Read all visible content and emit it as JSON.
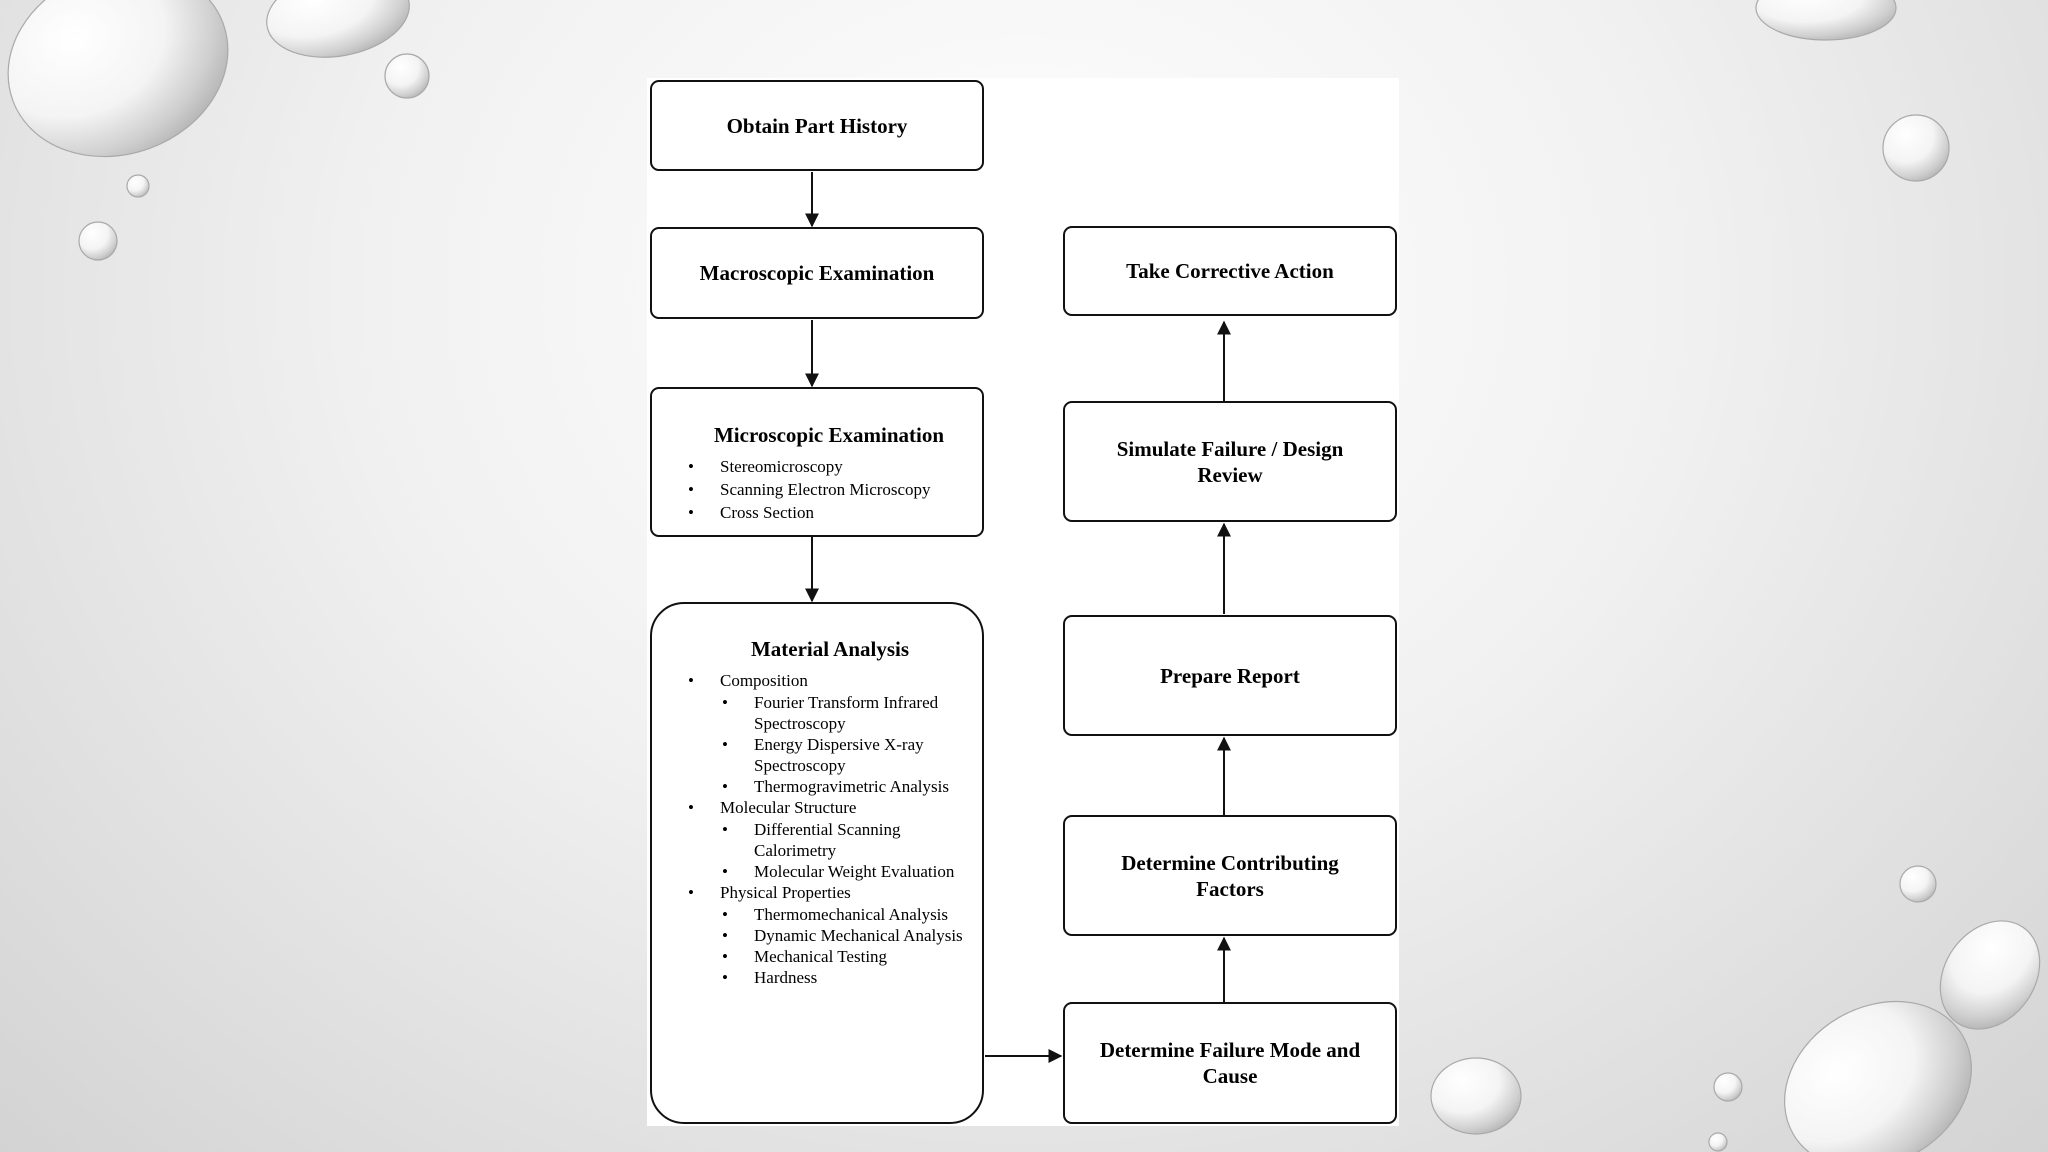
{
  "diagram": {
    "steps": {
      "obtain": "Obtain Part History",
      "macro": "Macroscopic Examination",
      "micro": "Microscopic Examination",
      "material": "Material Analysis",
      "failure_mode": "Determine Failure Mode and Cause",
      "contributing": "Determine Contributing Factors",
      "report": "Prepare Report",
      "simulate": "Simulate Failure / Design Review",
      "corrective": "Take Corrective Action"
    },
    "micro_items": [
      "Stereomicroscopy",
      "Scanning Electron Microscopy",
      "Cross Section"
    ],
    "material_groups": [
      {
        "label": "Composition",
        "items": [
          "Fourier Transform Infrared Spectroscopy",
          "Energy Dispersive X-ray Spectroscopy",
          "Thermogravimetric Analysis"
        ]
      },
      {
        "label": "Molecular Structure",
        "items": [
          "Differential Scanning Calorimetry",
          "Molecular Weight Evaluation"
        ]
      },
      {
        "label": "Physical Properties",
        "items": [
          "Thermomechanical Analysis",
          "Dynamic Mechanical Analysis",
          "Mechanical Testing",
          "Hardness"
        ]
      }
    ]
  }
}
